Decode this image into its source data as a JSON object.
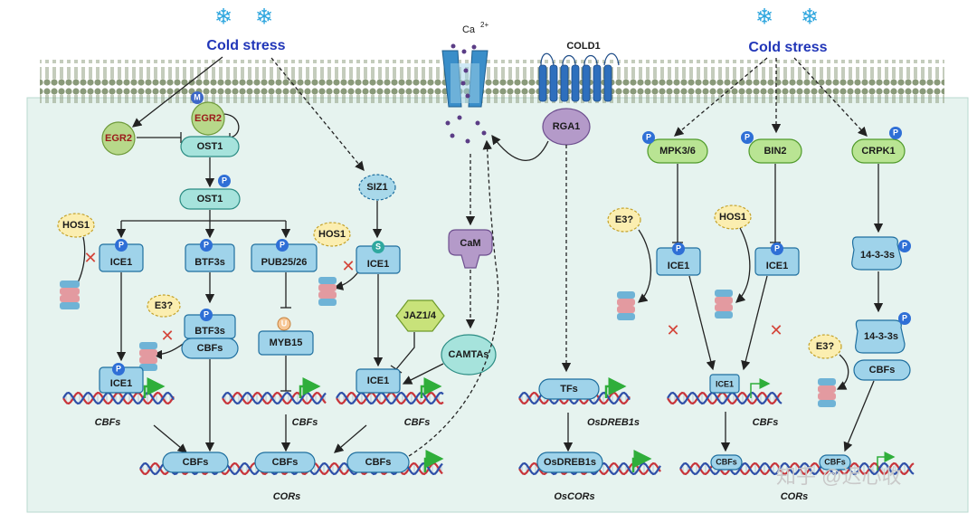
{
  "title": {
    "cold_stress_left": "Cold stress",
    "cold_stress_right": "Cold stress",
    "ca_ion": "Ca",
    "ca_charge": "2+",
    "cold1": "COLD1"
  },
  "proteins": {
    "egr2_left": "EGR2",
    "egr2_mid": "EGR2",
    "ost1_top": "OST1",
    "ost1_mid": "OST1",
    "siz1": "SIZ1",
    "hos1_a": "HOS1",
    "hos1_b": "HOS1",
    "hos1_c": "HOS1",
    "ice1_a": "ICE1",
    "btf3s": "BTF3s",
    "pub": "PUB25/26",
    "ice1_b": "ICE1",
    "e3_a": "E3?",
    "btf3s_b": "BTF3s",
    "cbfs_a": "CBFs",
    "myb15": "MYB15",
    "jaz": "JAZ1/4",
    "ice1_c": "ICE1",
    "ice1_d": "ICE1",
    "rga1": "RGA1",
    "cam": "CaM",
    "camtas": "CAMTAs",
    "tfs": "TFs",
    "osdreb1s_box": "OsDREB1s",
    "mpk": "MPK3/6",
    "bin2": "BIN2",
    "crpk1": "CRPK1",
    "e3_b": "E3?",
    "ice1_e": "ICE1",
    "ice1_f": "ICE1",
    "ice1_g": "ICE1",
    "p1433_a": "14-3-3s",
    "p1433_b": "14-3-3s",
    "e3_c": "E3?",
    "cbfs_r": "CBFs",
    "cbfs_bot1": "CBFs",
    "cbfs_bot2": "CBFs",
    "cbfs_bot3": "CBFs",
    "cbfs_bot4": "CBFs",
    "cbfs_bot5": "CBFs"
  },
  "badges": {
    "m": "M",
    "p": "P",
    "s": "S",
    "u": "U"
  },
  "genes": {
    "cbfs_1": "CBFs",
    "cbfs_2": "CBFs",
    "cbfs_3": "CBFs",
    "osdreb1s": "OsDREB1s",
    "cbfs_4": "CBFs",
    "cors_1": "CORs",
    "oscors": "OsCORs",
    "cors_2": "CORs"
  },
  "watermark": "知乎 @迟心收",
  "colors": {
    "membrane": "#7d8b6e",
    "cytoplasm": "#e6f3ef",
    "cold_stress_text": "#2136b8",
    "cross": "#d4453a",
    "dna_red": "#c8343a",
    "dna_blue": "#2e4fa8",
    "gene_arrow": "#2fae3a"
  }
}
